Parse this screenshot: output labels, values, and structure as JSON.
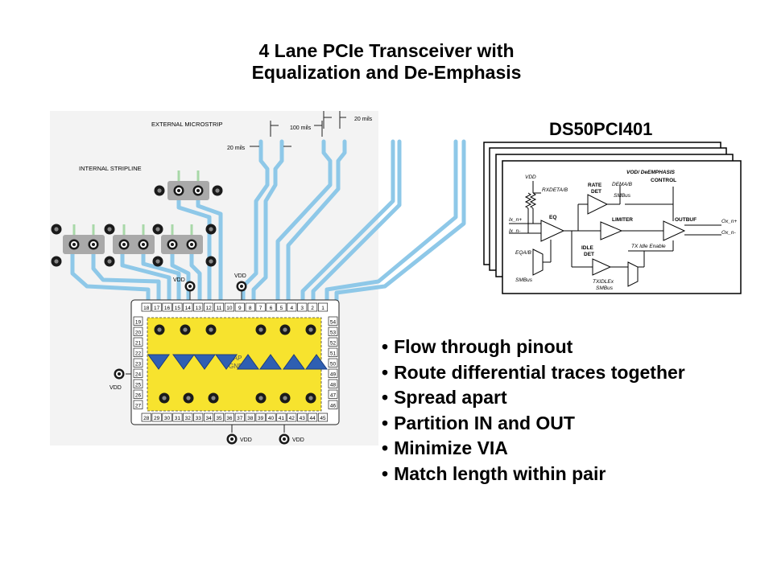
{
  "title": {
    "line1": "4 Lane PCIe Transceiver with",
    "line2": "Equalization and De-Emphasis"
  },
  "layout_diagram": {
    "external_microstrip": "EXTERNAL MICROSTRIP",
    "internal_stripline": "INTERNAL STRIPLINE",
    "dim_100_mils": "100 mils",
    "dim_20_mils_top": "20 mils",
    "dim_20_mils_left": "20 mils",
    "vdd": "VDD",
    "top_pins": [
      "18",
      "17",
      "16",
      "15",
      "14",
      "13",
      "12",
      "11",
      "10",
      "9",
      "8",
      "7",
      "6",
      "5",
      "4",
      "3",
      "2",
      "1"
    ],
    "left_pins": [
      "19",
      "20",
      "21",
      "22",
      "23",
      "24",
      "25",
      "26",
      "27"
    ],
    "right_pins": [
      "54",
      "53",
      "52",
      "51",
      "50",
      "49",
      "48",
      "47",
      "46"
    ],
    "bottom_pins": [
      "28",
      "29",
      "30",
      "31",
      "32",
      "33",
      "34",
      "35",
      "36",
      "37",
      "38",
      "39",
      "40",
      "41",
      "42",
      "43",
      "44",
      "45"
    ],
    "pad_label": "DAP",
    "pad_label2": "GND"
  },
  "chip": {
    "name": "DS50PCI401",
    "vdd": "VDD",
    "rxdet": "RXDETA/B",
    "rate_det": "RATE",
    "rate_det2": "DET",
    "dema": "DEMA/B",
    "smbus": "SMBus",
    "vod_control": "VOD/ DeEMPHASIS",
    "vod_control2": "CONTROL",
    "in_p": "Ix_n+",
    "in_n": "Ix_n-",
    "eq": "EQ",
    "limiter": "LIMITER",
    "outbuf": "OUTBUF",
    "out_p": "Ox_n+",
    "out_n": "Ox_n-",
    "idle_det": "IDLE",
    "idle_det2": "DET",
    "tx_idle": "TX Idle Enable",
    "eqa": "EQA/B",
    "smbus2": "SMBus",
    "txidle": "TXIDLEx",
    "smbus3": "SMBus"
  },
  "bullets": [
    "Flow through pinout",
    "Route differential traces together",
    "Spread apart",
    "Partition IN and OUT",
    "Minimize VIA",
    "Match length within pair"
  ],
  "colors": {
    "trace": "#8ec8e8",
    "pad": "#f7e32e",
    "triangle": "#2f5fb2",
    "connector": "#a9a9a9"
  }
}
